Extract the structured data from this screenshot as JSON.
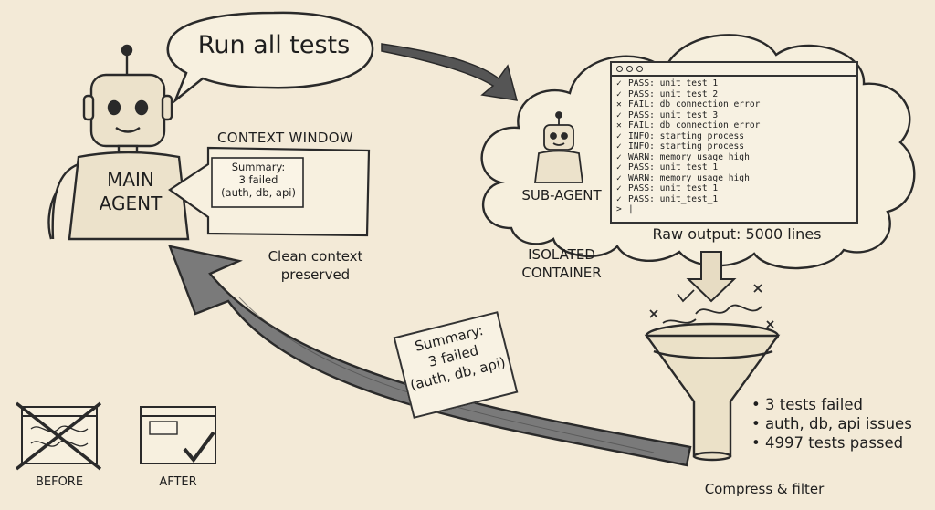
{
  "speech_bubble": {
    "text": "Run all tests"
  },
  "main_agent": {
    "line1": "MAIN",
    "line2": "AGENT"
  },
  "context_window": {
    "title": "CONTEXT WINDOW",
    "summary": {
      "line1": "Summary:",
      "line2": "3 failed",
      "line3": "(auth, db, api)"
    }
  },
  "clean_context": {
    "line1": "Clean context",
    "line2": "preserved"
  },
  "sub_agent": {
    "label": "SUB-AGENT"
  },
  "isolated_container": {
    "line1": "ISOLATED",
    "line2": "CONTAINER"
  },
  "terminal": {
    "lines": [
      {
        "mark": "✓",
        "text": "PASS: unit_test_1"
      },
      {
        "mark": "✓",
        "text": "PASS: unit_test_2"
      },
      {
        "mark": "✕",
        "text": "FAIL: db_connection_error"
      },
      {
        "mark": "✓",
        "text": "PASS: unit_test_3"
      },
      {
        "mark": "✕",
        "text": "FAIL: db_connection_error"
      },
      {
        "mark": "✓",
        "text": "INFO: starting process"
      },
      {
        "mark": "✓",
        "text": "INFO: starting process"
      },
      {
        "mark": "✓",
        "text": "WARN: memory usage high"
      },
      {
        "mark": "✓",
        "text": "PASS: unit_test_1"
      },
      {
        "mark": "✓",
        "text": "WARN: memory usage high"
      },
      {
        "mark": "✓",
        "text": "PASS: unit_test_1"
      },
      {
        "mark": "✓",
        "text": "PASS: unit_test_1"
      },
      {
        "mark": ">",
        "text": "|"
      }
    ]
  },
  "raw_output": {
    "label": "Raw output: 5000 lines"
  },
  "returned_summary": {
    "line1": "Summary:",
    "line2": "3 failed",
    "line3": "(auth, db, api)"
  },
  "results": {
    "items": [
      "3 tests failed",
      "auth, db, api issues",
      "4997 tests passed"
    ]
  },
  "compress": {
    "label": "Compress & filter"
  },
  "comparison": {
    "before": "BEFORE",
    "after": "AFTER"
  },
  "colors": {
    "ink": "#1e1e1e",
    "paper": "#f3ead7",
    "card": "#f8f2e3"
  }
}
